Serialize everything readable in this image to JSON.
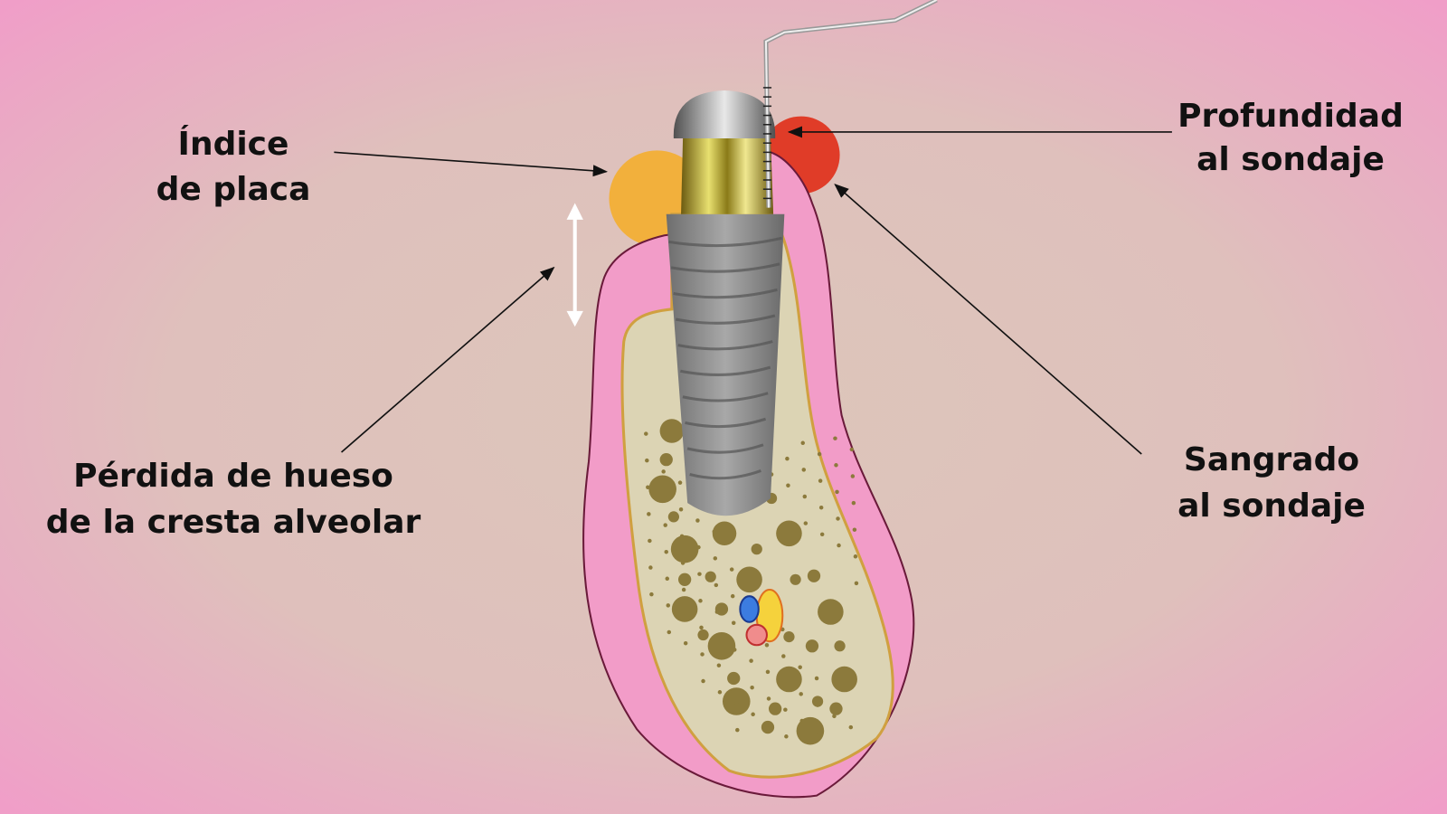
{
  "labels": {
    "plaque_index": [
      "Índice",
      "de placa"
    ],
    "probing_depth": [
      "Profundidad",
      "al sondaje"
    ],
    "bleeding_on_probing": [
      "Sangrado",
      "al sondaje"
    ],
    "crestal_bone_loss": [
      "Pérdida de hueso",
      "de la cresta alveolar"
    ]
  },
  "colors": {
    "background_edge": "#f09ec8",
    "background_center": "#dcc6ba",
    "gum": "#f29cc8",
    "bone": "#dcd4b4",
    "bone_outline": "#d0a040",
    "bone_dots": "#8c7a3c",
    "plaque": "#f2b03c",
    "bleeding": "#e03c28"
  }
}
